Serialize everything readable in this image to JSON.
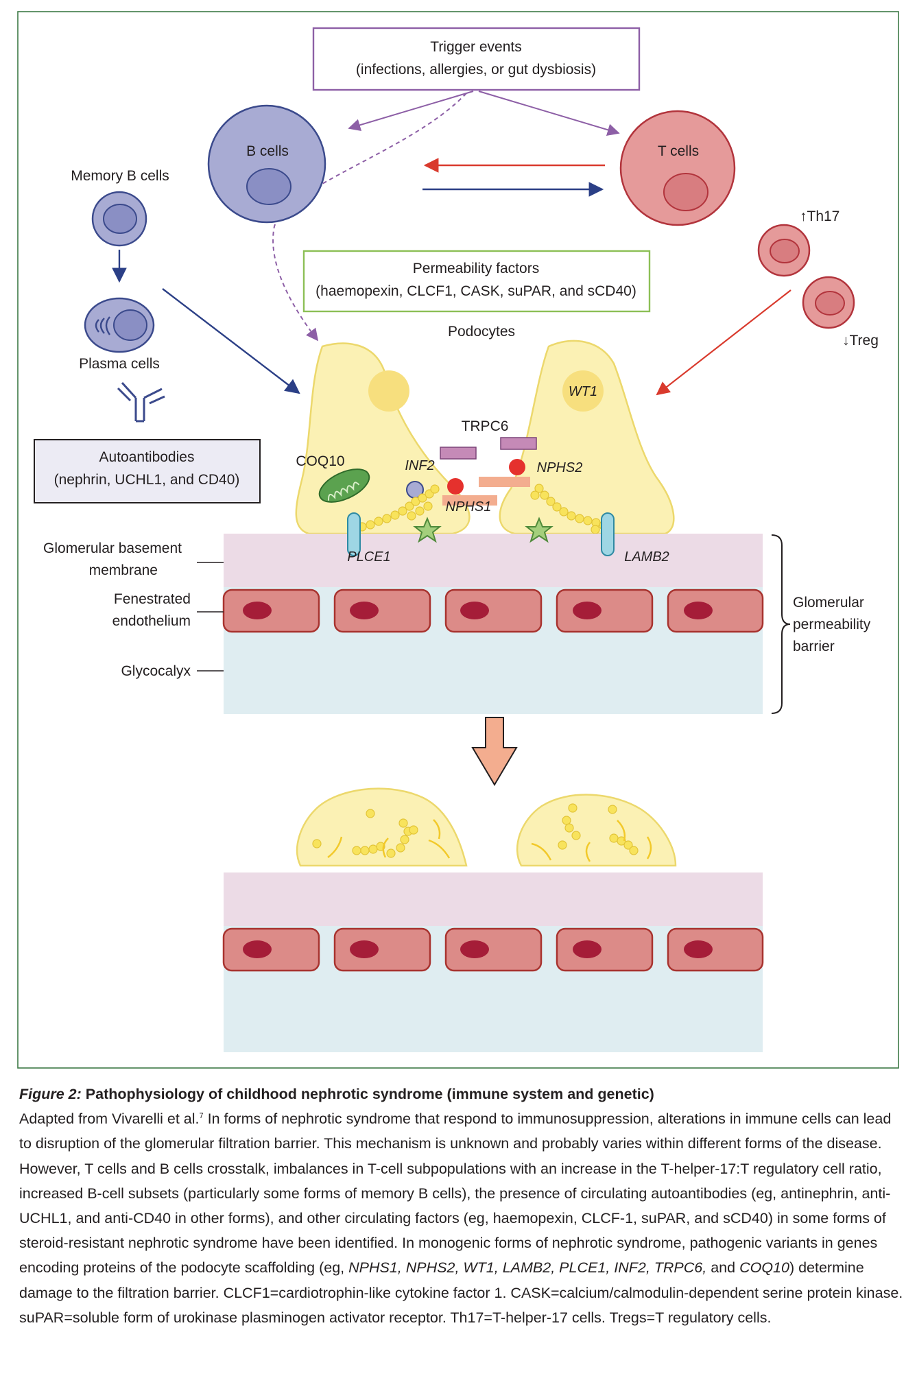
{
  "diagram": {
    "trigger_box": {
      "line1": "Trigger events",
      "line2": "(infections, allergies, or gut dysbiosis)"
    },
    "b_cells": "B cells",
    "t_cells": "T cells",
    "memory_b_cells": "Memory B cells",
    "plasma_cells": "Plasma cells",
    "autoantibodies_box": {
      "line1": "Autoantibodies",
      "line2": "(nephrin, UCHL1, and CD40)"
    },
    "permeability_box": {
      "line1": "Permeability factors",
      "line2": "(haemopexin, CLCF1, CASK, suPAR, and sCD40)"
    },
    "th17": "↑Th17",
    "treg": "↓Treg",
    "podocytes": "Podocytes",
    "genes": {
      "coq10": "COQ10",
      "inf2": "INF2",
      "trpc6": "TRPC6",
      "nphs2": "NPHS2",
      "nphs1": "NPHS1",
      "wt1": "WT1",
      "plce1": "PLCE1",
      "lamb2": "LAMB2"
    },
    "left_labels": {
      "gbm_line1": "Glomerular basement",
      "gbm_line2": "membrane",
      "endo_line1": "Fenestrated",
      "endo_line2": "endothelium",
      "glycocalyx": "Glycocalyx"
    },
    "barrier_label": {
      "line1": "Glomerular",
      "line2": "permeability",
      "line3": "barrier"
    },
    "colors": {
      "frame": "#3d7a46",
      "trigger_border": "#8d5fa6",
      "permeability_border": "#8cbf56",
      "b_cell_fill": "#a8abd3",
      "b_cell_stroke": "#3b4a8c",
      "t_cell_fill": "#e59a9a",
      "t_cell_stroke": "#b2343c",
      "podocyte_fill": "#fbf1b4",
      "podocyte_stroke": "#ecd86c",
      "gbm": "#ecdbe6",
      "glycocalyx": "#dfedf1",
      "endothelium_fill": "#dc8b88",
      "endothelium_stroke": "#a8332f",
      "nucleus": "#a51d38",
      "red_arrow": "#d93a2d",
      "blue_arrow": "#2b3f86",
      "purple_arrow": "#8d5fa6",
      "big_arrow_fill": "#f3ad8f"
    }
  },
  "caption": {
    "figure_label": "Figure 2:",
    "title": "Pathophysiology of childhood nephrotic syndrome (immune system and genetic)",
    "ref_lead": "Adapted from Vivarelli et al.",
    "ref_num": "7",
    "body_1": " In forms of nephrotic syndrome that respond to immunosuppression, alterations in immune cells can lead to disruption of the glomerular filtration barrier. This mechanism is unknown and probably varies within different forms of the disease. However, T cells and B cells crosstalk, imbalances in T-cell subpopulations with an increase in the T-helper-17:T regulatory cell ratio, increased B-cell subsets (particularly some forms of memory B cells), the presence of circulating autoantibodies (eg, antinephrin, anti-UCHL1, and anti-CD40 in other forms), and other circulating factors (eg, haemopexin, CLCF-1, suPAR, and sCD40) in some forms of steroid-resistant nephrotic syndrome have been identified. In monogenic forms of nephrotic syndrome, pathogenic variants in genes encoding proteins of the podocyte scaffolding (eg, ",
    "genes_italic": "NPHS1, NPHS2, WT1, LAMB2, PLCE1, INF2, TRPC6,",
    "and_text": " and ",
    "coq10_italic": "COQ10",
    "body_2": ") determine damage to the filtration barrier. CLCF1=cardiotrophin-like cytokine factor 1. CASK=calcium/calmodulin-dependent serine protein kinase. suPAR=soluble form of urokinase plasminogen activator receptor. Th17=T-helper-17 cells. Tregs=T regulatory cells."
  }
}
